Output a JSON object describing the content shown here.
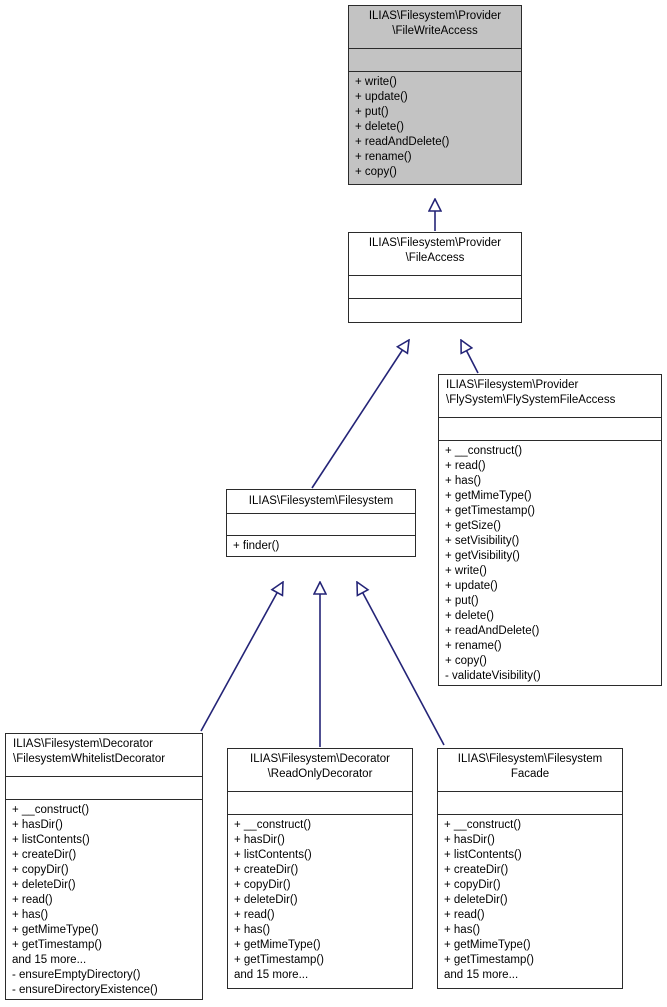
{
  "diagram": {
    "kind": "uml-class-diagram",
    "title": "ILIAS Filesystem class inheritance diagram",
    "colors": {
      "edge": "#242477",
      "node_border": "#2b2b2b",
      "node_fill_default": "#ffffff",
      "node_fill_highlight": "#c3c3c3",
      "text": "#000000",
      "background": "#ffffff"
    },
    "nodes": [
      {
        "id": "file-write-access",
        "title": "ILIAS\\Filesystem\\Provider\n\\FileWriteAccess",
        "highlighted": true,
        "attributes": [],
        "methods": [
          "+ write()",
          "+ update()",
          "+ put()",
          "+ delete()",
          "+ readAndDelete()",
          "+ rename()",
          "+ copy()"
        ]
      },
      {
        "id": "file-access",
        "title": "ILIAS\\Filesystem\\Provider\n\\FileAccess",
        "highlighted": false,
        "attributes": [],
        "methods": []
      },
      {
        "id": "flysystem-file-access",
        "title": "ILIAS\\Filesystem\\Provider\n\\FlySystem\\FlySystemFileAccess",
        "highlighted": false,
        "attributes": [],
        "methods": [
          "+ __construct()",
          "+ read()",
          "+ has()",
          "+ getMimeType()",
          "+ getTimestamp()",
          "+ getSize()",
          "+ setVisibility()",
          "+ getVisibility()",
          "+ write()",
          "+ update()",
          "+ put()",
          "+ delete()",
          "+ readAndDelete()",
          "+ rename()",
          "+ copy()",
          "- validateVisibility()"
        ]
      },
      {
        "id": "filesystem",
        "title": "ILIAS\\Filesystem\\Filesystem",
        "highlighted": false,
        "attributes": [],
        "methods": [
          "+ finder()"
        ]
      },
      {
        "id": "filesystem-whitelist-decorator",
        "title": "ILIAS\\Filesystem\\Decorator\n\\FilesystemWhitelistDecorator",
        "highlighted": false,
        "attributes": [],
        "methods": [
          "+ __construct()",
          "+ hasDir()",
          "+ listContents()",
          "+ createDir()",
          "+ copyDir()",
          "+ deleteDir()",
          "+ read()",
          "+ has()",
          "+ getMimeType()",
          "+ getTimestamp()",
          "and 15 more...",
          "- ensureEmptyDirectory()",
          "- ensureDirectoryExistence()"
        ]
      },
      {
        "id": "read-only-decorator",
        "title": "ILIAS\\Filesystem\\Decorator\n\\ReadOnlyDecorator",
        "highlighted": false,
        "attributes": [],
        "methods": [
          "+ __construct()",
          "+ hasDir()",
          "+ listContents()",
          "+ createDir()",
          "+ copyDir()",
          "+ deleteDir()",
          "+ read()",
          "+ has()",
          "+ getMimeType()",
          "+ getTimestamp()",
          "and 15 more..."
        ]
      },
      {
        "id": "filesystem-facade",
        "title": "ILIAS\\Filesystem\\Filesystem\nFacade",
        "highlighted": false,
        "attributes": [],
        "methods": [
          "+ __construct()",
          "+ hasDir()",
          "+ listContents()",
          "+ createDir()",
          "+ copyDir()",
          "+ deleteDir()",
          "+ read()",
          "+ has()",
          "+ getMimeType()",
          "+ getTimestamp()",
          "and 15 more..."
        ]
      }
    ],
    "edges": [
      {
        "from": "file-access",
        "to": "file-write-access",
        "type": "inheritance"
      },
      {
        "from": "filesystem",
        "to": "file-access",
        "type": "inheritance"
      },
      {
        "from": "flysystem-file-access",
        "to": "file-access",
        "type": "inheritance"
      },
      {
        "from": "filesystem-whitelist-decorator",
        "to": "filesystem",
        "type": "inheritance"
      },
      {
        "from": "read-only-decorator",
        "to": "filesystem",
        "type": "inheritance"
      },
      {
        "from": "filesystem-facade",
        "to": "filesystem",
        "type": "inheritance"
      }
    ]
  }
}
